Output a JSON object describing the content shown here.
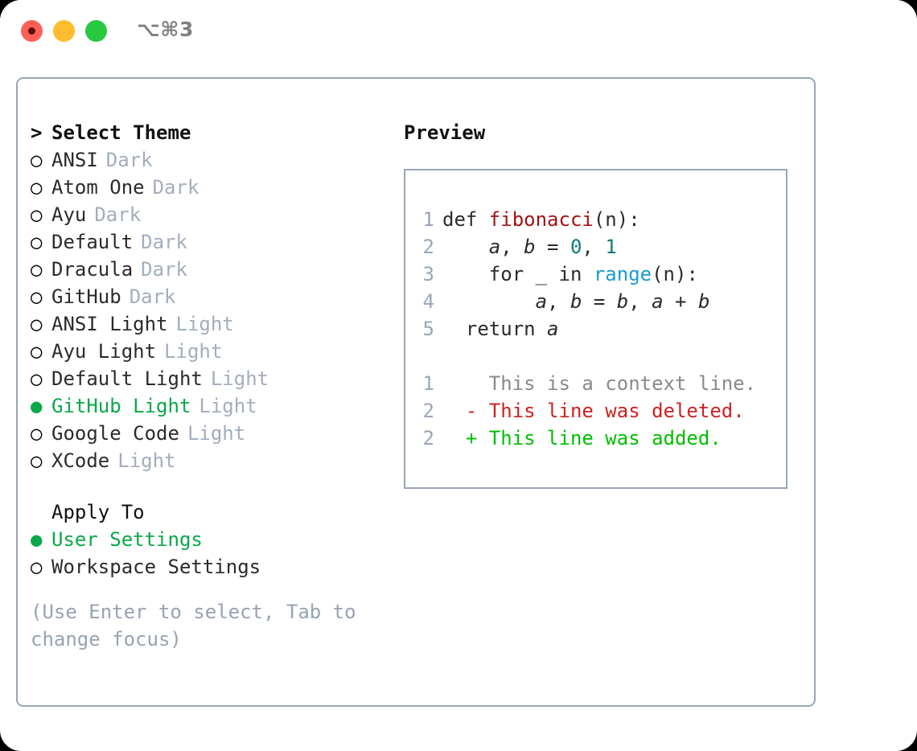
{
  "titlebar": {
    "shortcut": "⌥⌘3",
    "buttons": [
      {
        "name": "close",
        "color": "#ff5f57"
      },
      {
        "name": "minimize",
        "color": "#febc2e"
      },
      {
        "name": "zoom",
        "color": "#28c840"
      }
    ]
  },
  "theme_list": {
    "header_marker": ">",
    "header": "Select Theme",
    "radio_empty": "○",
    "radio_filled": "●",
    "items": [
      {
        "name": "ANSI",
        "variant": "Dark",
        "selected": false
      },
      {
        "name": "Atom One",
        "variant": "Dark",
        "selected": false
      },
      {
        "name": "Ayu",
        "variant": "Dark",
        "selected": false
      },
      {
        "name": "Default",
        "variant": "Dark",
        "selected": false
      },
      {
        "name": "Dracula",
        "variant": "Dark",
        "selected": false
      },
      {
        "name": "GitHub",
        "variant": "Dark",
        "selected": false
      },
      {
        "name": "ANSI Light",
        "variant": "Light",
        "selected": false
      },
      {
        "name": "Ayu Light",
        "variant": "Light",
        "selected": false
      },
      {
        "name": "Default Light",
        "variant": "Light",
        "selected": false
      },
      {
        "name": "GitHub Light",
        "variant": "Light",
        "selected": true
      },
      {
        "name": "Google Code",
        "variant": "Light",
        "selected": false
      },
      {
        "name": "XCode",
        "variant": "Light",
        "selected": false
      }
    ]
  },
  "apply_to": {
    "header": "Apply To",
    "items": [
      {
        "label": "User Settings",
        "selected": true
      },
      {
        "label": "Workspace Settings",
        "selected": false
      }
    ]
  },
  "hint": "(Use Enter to select, Tab to change focus)",
  "preview": {
    "title": "Preview",
    "code_lines": [
      {
        "number": "1",
        "tokens": [
          {
            "text": "def ",
            "style": "plain"
          },
          {
            "text": "fibonacci",
            "style": "fn"
          },
          {
            "text": "(n):",
            "style": "plain"
          }
        ]
      },
      {
        "number": "2",
        "tokens": [
          {
            "text": "    ",
            "style": "plain"
          },
          {
            "text": "a",
            "style": "var"
          },
          {
            "text": ", ",
            "style": "plain"
          },
          {
            "text": "b",
            "style": "var"
          },
          {
            "text": " = ",
            "style": "plain"
          },
          {
            "text": "0",
            "style": "num"
          },
          {
            "text": ", ",
            "style": "plain"
          },
          {
            "text": "1",
            "style": "num"
          }
        ]
      },
      {
        "number": "3",
        "tokens": [
          {
            "text": "    for _ in ",
            "style": "plain"
          },
          {
            "text": "range",
            "style": "call"
          },
          {
            "text": "(n):",
            "style": "plain"
          }
        ]
      },
      {
        "number": "4",
        "tokens": [
          {
            "text": "        ",
            "style": "plain"
          },
          {
            "text": "a",
            "style": "var"
          },
          {
            "text": ", ",
            "style": "plain"
          },
          {
            "text": "b",
            "style": "var"
          },
          {
            "text": " = ",
            "style": "plain"
          },
          {
            "text": "b",
            "style": "var"
          },
          {
            "text": ", ",
            "style": "plain"
          },
          {
            "text": "a",
            "style": "var"
          },
          {
            "text": " + ",
            "style": "plain"
          },
          {
            "text": "b",
            "style": "var"
          }
        ]
      },
      {
        "number": "5",
        "tokens": [
          {
            "text": "  return ",
            "style": "plain"
          },
          {
            "text": "a",
            "style": "var"
          }
        ]
      }
    ],
    "diff_lines": [
      {
        "number": "1",
        "marker": "  ",
        "text": "This is a context line.",
        "kind": "ctx"
      },
      {
        "number": "2",
        "marker": "- ",
        "text": "This line was deleted.",
        "kind": "del"
      },
      {
        "number": "2",
        "marker": "+ ",
        "text": "This line was added.",
        "kind": "add"
      }
    ]
  },
  "colors": {
    "accent_green": "#0aa84a",
    "border": "#9aa5b8",
    "muted": "#a3adbd",
    "hint": "#98a2b3",
    "diff_add": "#00bf00",
    "diff_del": "#cc2222",
    "diff_ctx": "#8a8a8a",
    "fn": "#a11414",
    "num": "#0f7b7b",
    "call": "#1a9ccc"
  }
}
